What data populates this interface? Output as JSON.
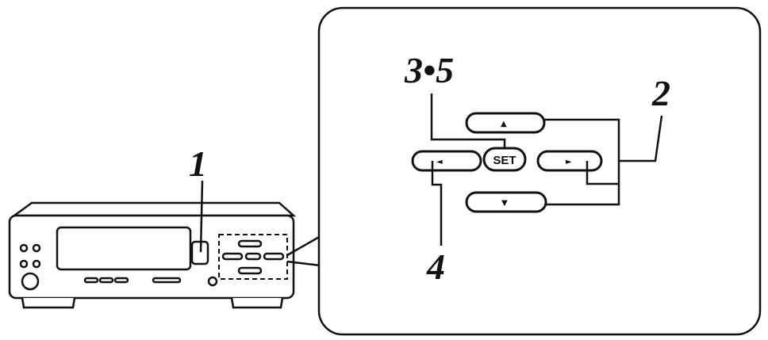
{
  "callouts": {
    "step1": "1",
    "step2": "2",
    "step3_5": "3•5",
    "step4": "4"
  },
  "buttons": {
    "set": "SET",
    "up": "▲",
    "down": "▼",
    "left": "◄",
    "right": "►"
  },
  "colors": {
    "ink": "#111111",
    "paper": "#ffffff"
  }
}
